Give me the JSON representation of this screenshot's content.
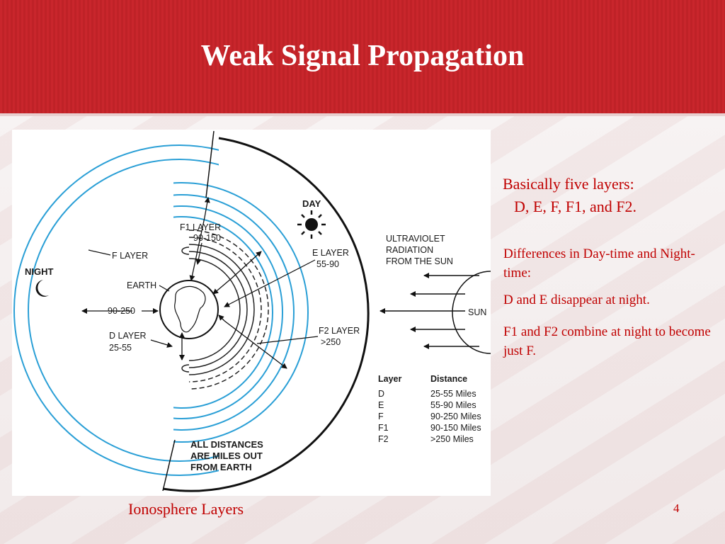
{
  "slide": {
    "title": "Weak Signal Propagation",
    "caption": "Ionosphere Layers",
    "page_number": "4",
    "colors": {
      "header_red": "#c9262c",
      "text_red": "#c00000",
      "layer_blue": "#2a9fd6"
    }
  },
  "notes": {
    "line1": "Basically five layers:",
    "line2": "D, E, F, F1, and F2.",
    "differences": "Differences in Day-time and Night-time:",
    "de_night": "D and E disappear at night.",
    "f1f2": "F1 and F2 combine at night to become just F."
  },
  "diagram": {
    "day": "DAY",
    "night": "NIGHT",
    "f1_layer": "F1 LAYER",
    "f1_range": "90-150",
    "f_layer": "F LAYER",
    "e_layer": "E LAYER",
    "e_range": "55-90",
    "earth": "EARTH",
    "f_range": "90-250",
    "d_layer": "D LAYER",
    "d_range": "25-55",
    "f2_layer": "F2 LAYER",
    "f2_range": ">250",
    "uv_line1": "ULTRAVIOLET",
    "uv_line2": "RADIATION",
    "uv_line3": "FROM THE SUN",
    "sun": "SUN",
    "note_line1": "ALL DISTANCES",
    "note_line2": "ARE MILES OUT",
    "note_line3": "FROM EARTH",
    "table": {
      "headers": [
        "Layer",
        "Distance"
      ],
      "rows": [
        [
          "D",
          "25-55 Miles"
        ],
        [
          "E",
          "55-90 Miles"
        ],
        [
          "F",
          "90-250 Miles"
        ],
        [
          "F1",
          "90-150 Miles"
        ],
        [
          "F2",
          ">250 Miles"
        ]
      ]
    }
  }
}
